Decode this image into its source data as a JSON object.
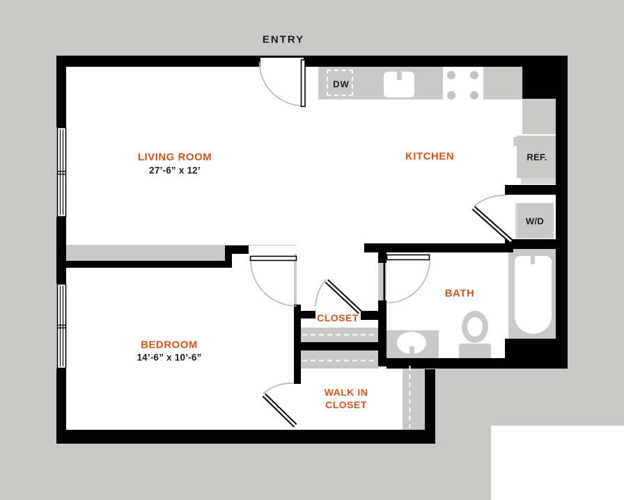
{
  "plan": {
    "entry_label": "ENTRY",
    "rooms": {
      "living_room": {
        "name": "LIVING ROOM",
        "dims": "27’-6” x 12’"
      },
      "kitchen": {
        "name": "KITCHEN"
      },
      "bedroom": {
        "name": "BEDROOM",
        "dims": "14’-6” x 10’-6”"
      },
      "bath": {
        "name": "BATH"
      },
      "closet": {
        "name": "CLOSET"
      },
      "walk_in_closet": {
        "line1": "WALK IN",
        "line2": "CLOSET"
      }
    },
    "appliances": {
      "dishwasher": "DW",
      "refrigerator": "REF.",
      "washer_dryer": "W/D"
    },
    "colors": {
      "background": "#c9c9c8",
      "walls": "#000000",
      "accent_orange": "#d8521e",
      "fixture_gray": "#c9c9c8",
      "door_arc_gray": "#b5b5b5"
    }
  }
}
